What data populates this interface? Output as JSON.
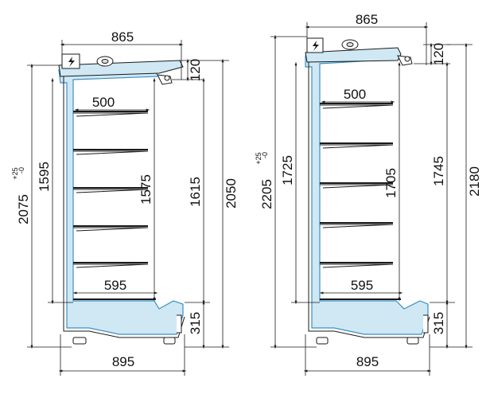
{
  "left_unit": {
    "top_width": "865",
    "shelf_depth_top": "500",
    "shelf_depth_base": "595",
    "base_width": "895",
    "canopy_height": "120",
    "base_height": "315",
    "overall_height": "2075",
    "overall_height_tol_plus": "+25",
    "overall_height_tol_minus": "-0",
    "opening_height": "1595",
    "shelf_span_height": "1575",
    "rear_height": "1615",
    "total_height": "2050"
  },
  "right_unit": {
    "top_width": "865",
    "shelf_depth_top": "500",
    "shelf_depth_base": "595",
    "base_width": "895",
    "canopy_height": "120",
    "base_height": "315",
    "overall_height": "2205",
    "overall_height_tol_plus": "+25",
    "overall_height_tol_minus": "-0",
    "opening_height": "1725",
    "shelf_span_height": "1705",
    "rear_height": "1745",
    "total_height": "2180"
  },
  "colors": {
    "line": "#1a1a1a",
    "insulation": "#cfe8f4",
    "outline": "#3b8fc4"
  },
  "icons": {
    "switch": "lightning-icon",
    "fan": "fan-icon"
  }
}
